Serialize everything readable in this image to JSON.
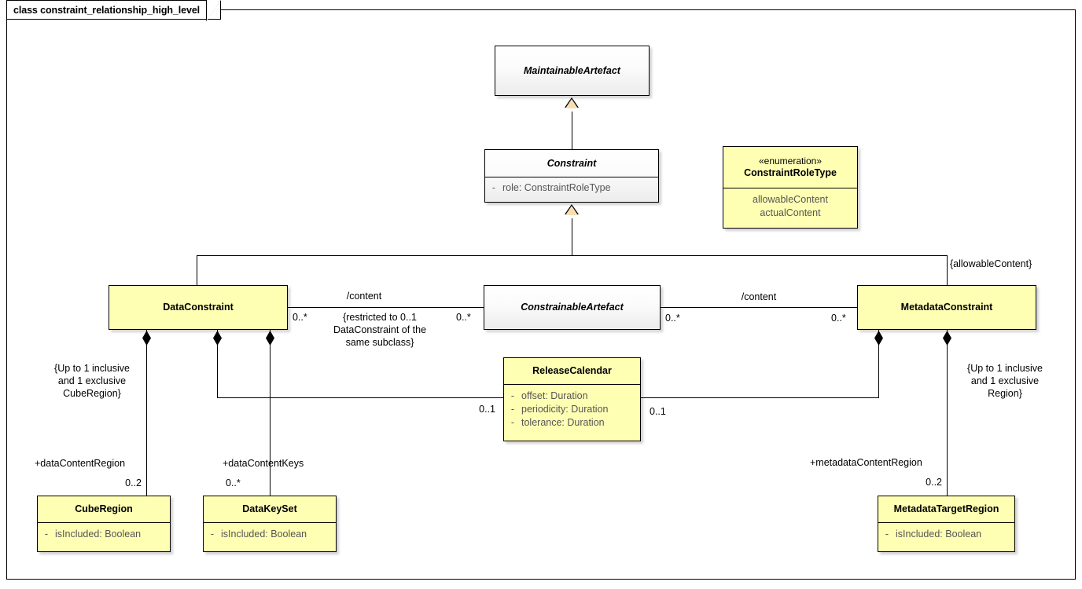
{
  "diagram": {
    "title": "class constraint_relationship_high_level",
    "kind": "uml-class-diagram"
  },
  "classes": {
    "maintainable_artefact": {
      "name": "MaintainableArtefact",
      "stereotype": "",
      "abstract": true,
      "fill": "#f5f5f5",
      "attributes": []
    },
    "constraint": {
      "name": "Constraint",
      "stereotype": "",
      "abstract": true,
      "fill": "#f5f5f5",
      "attributes": [
        {
          "visibility": "-",
          "text": "role: ConstraintRoleType"
        }
      ]
    },
    "constraint_role_type": {
      "name": "ConstraintRoleType",
      "stereotype": "«enumeration»",
      "abstract": false,
      "fill": "#ffffb4",
      "values": [
        "allowableContent",
        "actualContent"
      ]
    },
    "data_constraint": {
      "name": "DataConstraint",
      "stereotype": "",
      "abstract": false,
      "fill": "#ffffb4",
      "attributes": []
    },
    "constrainable_artefact": {
      "name": "ConstrainableArtefact",
      "stereotype": "",
      "abstract": true,
      "fill": "#f5f5f5",
      "attributes": []
    },
    "metadata_constraint": {
      "name": "MetadataConstraint",
      "stereotype": "",
      "abstract": false,
      "fill": "#ffffb4",
      "attributes": []
    },
    "release_calendar": {
      "name": "ReleaseCalendar",
      "stereotype": "",
      "abstract": false,
      "fill": "#ffffb4",
      "attributes": [
        {
          "visibility": "-",
          "text": "offset: Duration"
        },
        {
          "visibility": "-",
          "text": "periodicity: Duration"
        },
        {
          "visibility": "-",
          "text": "tolerance: Duration"
        }
      ]
    },
    "cube_region": {
      "name": "CubeRegion",
      "stereotype": "",
      "abstract": false,
      "fill": "#ffffb4",
      "attributes": [
        {
          "visibility": "-",
          "text": "isIncluded: Boolean"
        }
      ]
    },
    "data_key_set": {
      "name": "DataKeySet",
      "stereotype": "",
      "abstract": false,
      "fill": "#ffffb4",
      "attributes": [
        {
          "visibility": "-",
          "text": "isIncluded: Boolean"
        }
      ]
    },
    "metadata_target_region": {
      "name": "MetadataTargetRegion",
      "stereotype": "",
      "abstract": false,
      "fill": "#ffffb4",
      "attributes": [
        {
          "visibility": "-",
          "text": "isIncluded: Boolean"
        }
      ]
    }
  },
  "labels": {
    "content_left": "/content",
    "content_right": "/content",
    "mult_dc_right": "0..*",
    "mult_ca_left": "0..*",
    "mult_ca_right": "0..*",
    "mult_mc_left": "0..*",
    "note_restricted": "{restricted to 0..1\nDataConstraint of the\nsame subclass}",
    "allowable_content": "{allowableContent}",
    "note_cuberegion": "{Up to 1 inclusive\nand 1 exclusive\nCubeRegion}",
    "note_region": "{Up to 1 inclusive\nand 1 exclusive\nRegion}",
    "rc_mult_left": "0..1",
    "rc_mult_right": "0..1",
    "role_data_content_region": "+dataContentRegion",
    "mult_data_content_region": "0..2",
    "role_data_content_keys": "+dataContentKeys",
    "mult_data_content_keys": "0..*",
    "role_metadata_content_region": "+metadataContentRegion",
    "mult_metadata_content_region": "0..2"
  }
}
